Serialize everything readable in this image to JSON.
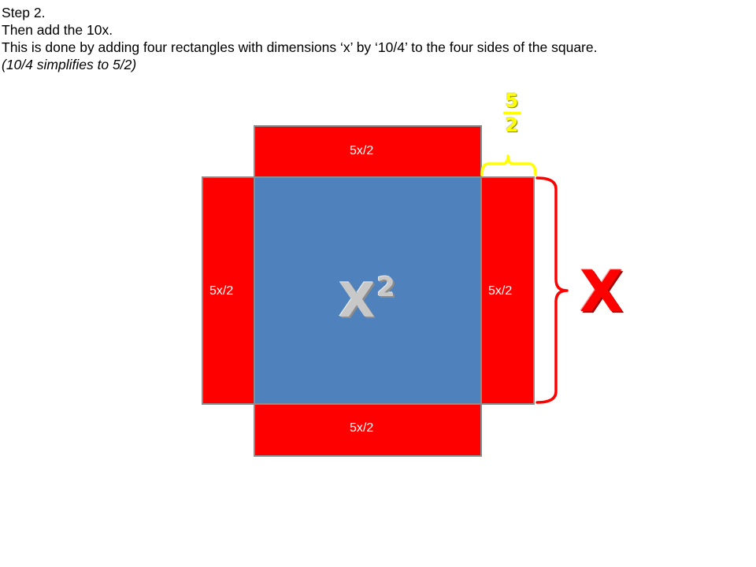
{
  "text": {
    "line1": "Step 2.",
    "line2": "Then add the 10x.",
    "line3": "This is done by adding four rectangles with dimensions ‘x’ by ‘10/4’ to the four sides of the square.",
    "line4": "(10/4 simplifies to 5/2)"
  },
  "diagram": {
    "top_rect_label": "5x/2",
    "bottom_rect_label": "5x/2",
    "left_rect_label": "5x/2",
    "right_rect_label": "5x/2",
    "center_base": "X",
    "center_exponent": "2",
    "fraction_numerator": "5",
    "fraction_denominator": "2",
    "side_label": "X"
  },
  "colors": {
    "rect_fill": "#ff0000",
    "square_fill": "#4f81bd",
    "yellow_brace": "#ffff00",
    "red_brace": "#ff0000"
  }
}
